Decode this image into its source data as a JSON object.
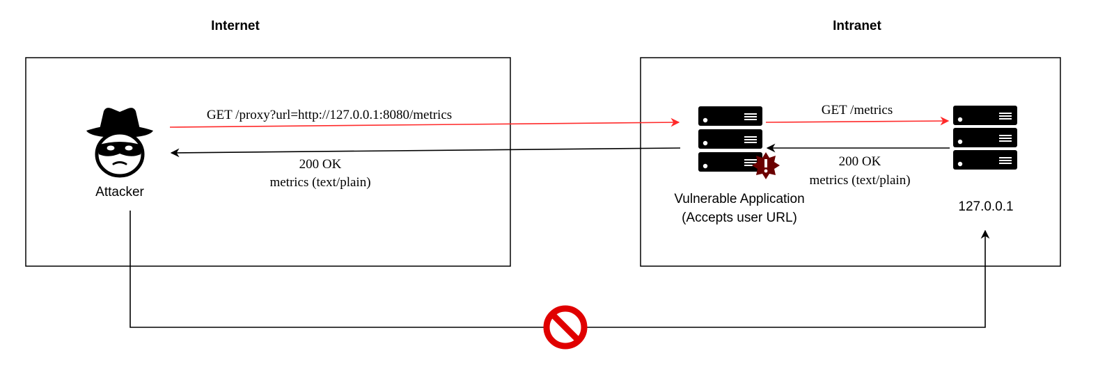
{
  "zones": {
    "internet": {
      "title": "Internet"
    },
    "intranet": {
      "title": "Intranet"
    }
  },
  "nodes": {
    "attacker": {
      "label": "Attacker",
      "icon": "spy-icon"
    },
    "vulnerable_app": {
      "label_line1": "Vulnerable Application",
      "label_line2": "(Accepts user URL)",
      "icon": "server-icon",
      "badge_icon": "warning-badge-icon"
    },
    "localhost": {
      "label": "127.0.0.1",
      "icon": "server-icon"
    }
  },
  "edges": {
    "attacker_request": "GET /proxy?url=http://127.0.0.1:8080/metrics",
    "app_response_line1": "200 OK",
    "app_response_line2": "metrics (text/plain)",
    "internal_request": "GET /metrics",
    "internal_response_line1": "200 OK",
    "internal_response_line2": "metrics (text/plain)"
  },
  "blocked": {
    "icon": "prohibited-icon"
  },
  "colors": {
    "request": "#ff2a2a",
    "response": "#000000",
    "prohibited": "#e00000",
    "badge": "#6b0000"
  }
}
